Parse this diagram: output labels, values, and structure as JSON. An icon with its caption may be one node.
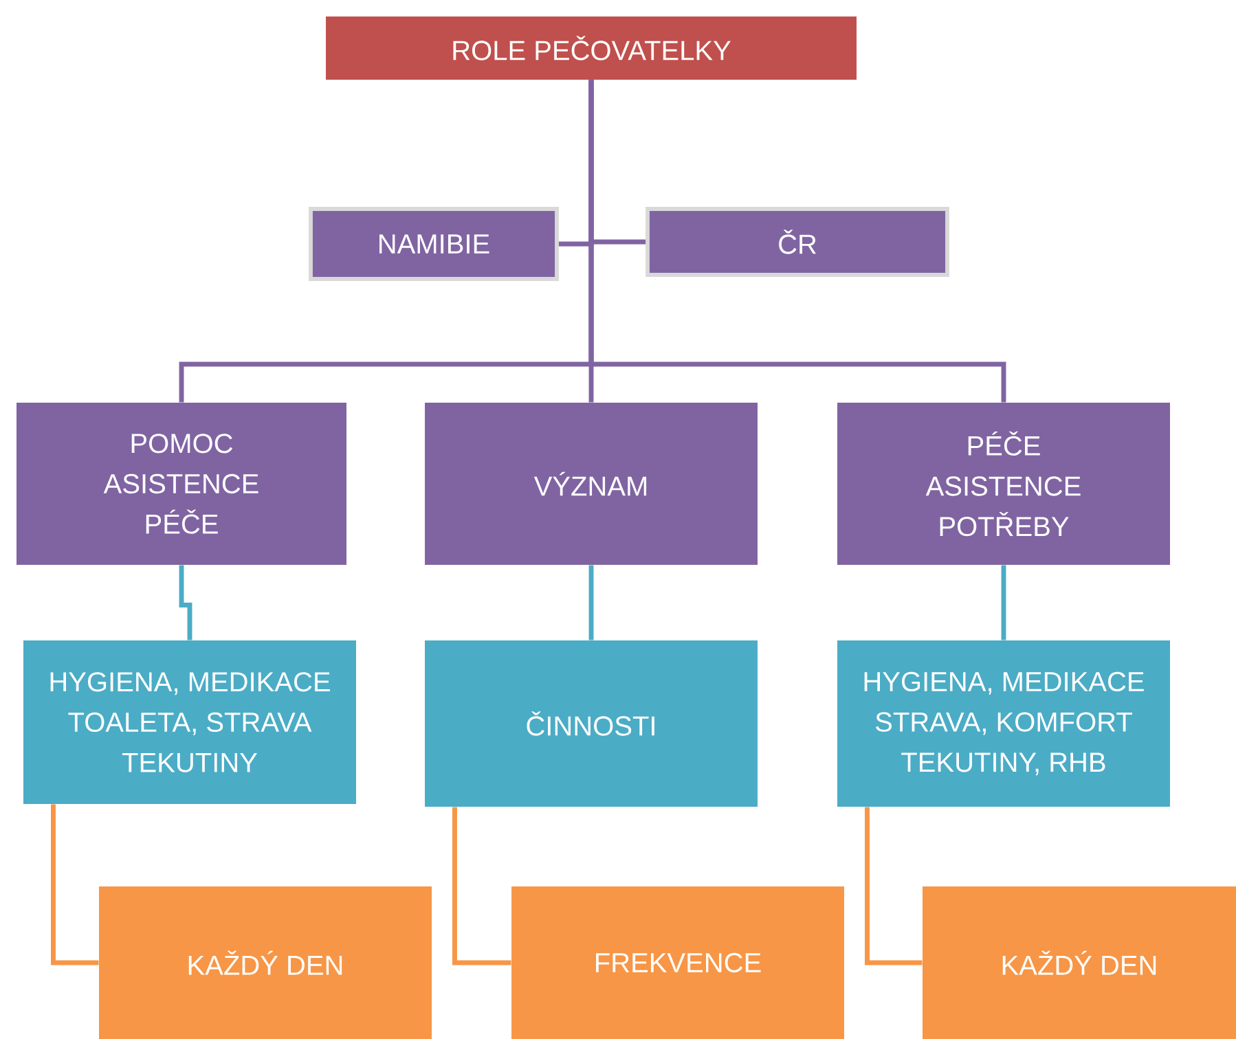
{
  "diagram": {
    "nodes": [
      {
        "text": [
          "ROLE PEČOVATELKY"
        ]
      },
      {
        "text": [
          "NAMIBIE"
        ]
      },
      {
        "text": [
          "ČR"
        ]
      },
      {
        "text": [
          "POMOC",
          "ASISTENCE",
          "PÉČE"
        ]
      },
      {
        "text": [
          "VÝZNAM"
        ]
      },
      {
        "text": [
          "PÉČE",
          "ASISTENCE",
          "POTŘEBY"
        ]
      },
      {
        "text": [
          "HYGIENA, MEDIKACE",
          "TOALETA, STRAVA",
          "TEKUTINY"
        ]
      },
      {
        "text": [
          "ČINNOSTI"
        ]
      },
      {
        "text": [
          "HYGIENA, MEDIKACE",
          "STRAVA, KOMFORT",
          "TEKUTINY, RHB"
        ]
      },
      {
        "text": [
          "KAŽDÝ DEN"
        ]
      },
      {
        "text": [
          "FREKVENCE"
        ]
      },
      {
        "text": [
          "KAŽDÝ DEN"
        ]
      }
    ],
    "edges": [
      {
        "from": 0,
        "to": 1,
        "arrow": "none"
      },
      {
        "from": 0,
        "to": 2,
        "arrow": "none"
      },
      {
        "from": 0,
        "to": 3,
        "arrow": "none"
      },
      {
        "from": 0,
        "to": 4,
        "arrow": "none"
      },
      {
        "from": 0,
        "to": 5,
        "arrow": "none"
      },
      {
        "from": 3,
        "to": 6,
        "arrow": "none",
        "color": "#4bacc6"
      },
      {
        "from": 4,
        "to": 7,
        "arrow": "none",
        "color": "#4bacc6"
      },
      {
        "from": 5,
        "to": 8,
        "arrow": "none",
        "color": "#4bacc6"
      },
      {
        "from": 6,
        "to": 9,
        "arrow": "none",
        "color": "#f79646"
      },
      {
        "from": 7,
        "to": 10,
        "arrow": "none",
        "color": "#f79646"
      },
      {
        "from": 8,
        "to": 11,
        "arrow": "none",
        "color": "#f79646"
      }
    ]
  }
}
